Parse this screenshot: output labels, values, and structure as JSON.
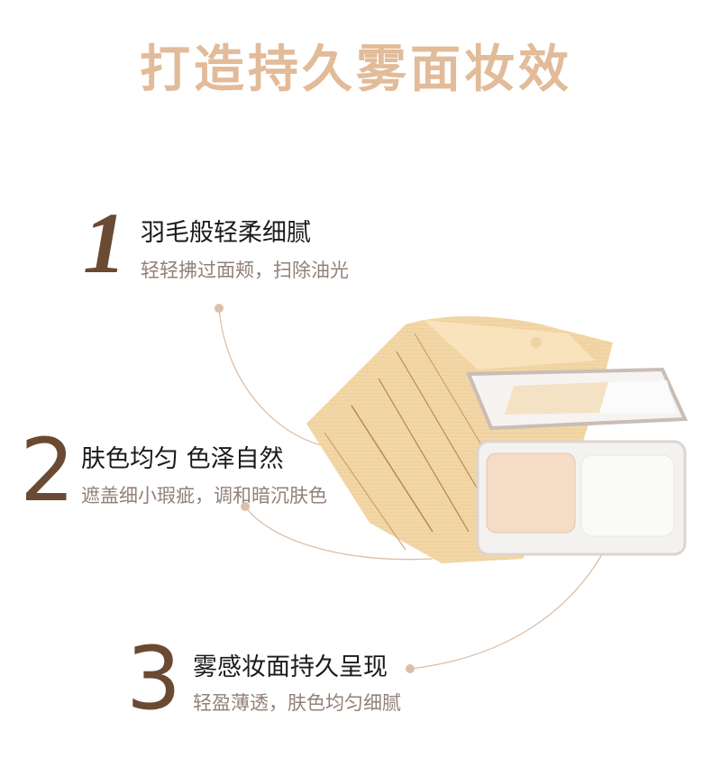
{
  "header": {
    "title": "打造持久雾面妆效"
  },
  "features": [
    {
      "number": "1",
      "title": "羽毛般轻柔细腻",
      "subtitle": "轻轻拂过面颊，扫除油光"
    },
    {
      "number": "2",
      "title": "肤色均匀 色泽自然",
      "subtitle": "遮盖细小瑕疵，调和暗沉肤色"
    },
    {
      "number": "3",
      "title": "雾感妆面持久呈现",
      "subtitle": "轻盈薄透，肤色均匀细腻"
    }
  ],
  "colors": {
    "title": "#e2bb99",
    "number": "#6b4a33",
    "subtitle": "#938078",
    "connector": "#dcbfa9",
    "powder": "#f2d8ad",
    "compact_pan": "#f5dcc6"
  },
  "product": {
    "name": "powder-compact"
  }
}
